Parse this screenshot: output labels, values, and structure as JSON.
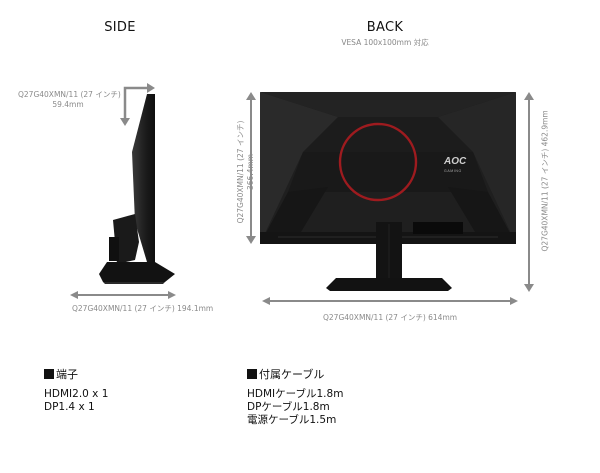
{
  "side": {
    "heading": "SIDE",
    "depth_top_label_line1": "Q27G40XMN/11 (27 インチ)",
    "depth_top_label_line2": "59.4mm",
    "base_depth_label": "Q27G40XMN/11 (27 インチ) 194.1mm"
  },
  "back": {
    "heading": "BACK",
    "vesa_note": "VESA 100x100mm 対応",
    "panel_height_label_line1": "Q27G40XMN/11 (27 インチ)",
    "panel_height_label_line2": "366.4mm",
    "total_height_label": "Q27G40XMN/11 (27 インチ) 462.9mm",
    "width_label": "Q27G40XMN/11 (27 インチ) 614mm",
    "logo_text": "AOC",
    "logo_sub": "GAMING"
  },
  "specs": {
    "ports": {
      "title": "端子",
      "items": [
        "HDMI2.0 x 1",
        "DP1.4 x 1"
      ]
    },
    "accessories": {
      "title": "付属ケーブル",
      "items": [
        "HDMIケーブル1.8m",
        "DPケーブル1.8m",
        "電源ケーブル1.5m"
      ]
    }
  },
  "colors": {
    "arrow": "#8a8a8a",
    "monitor_body": "#1e1e1e",
    "accent_ring": "#9e1b1f"
  }
}
